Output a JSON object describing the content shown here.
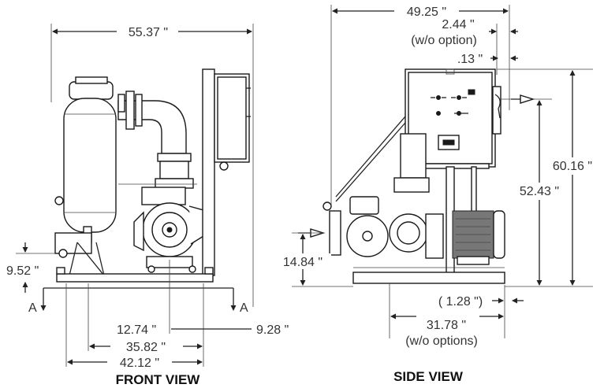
{
  "views": {
    "front": {
      "caption": "FRONT VIEW",
      "section_marker": "A",
      "dims": {
        "overall_width": "55.37 \"",
        "base_height": "9.52 \"",
        "d1": "12.74 \"",
        "d2": "35.82 \"",
        "d3": "42.12 \"",
        "side": "9.28 \""
      }
    },
    "side": {
      "caption": "SIDE VIEW",
      "dims": {
        "overall_width": "49.25 \"",
        "option_width": "2.44 \"",
        "option_note": "(w/o option)",
        "small_offset": ".13 \"",
        "overall_height": "60.16 \"",
        "panel_height": "52.43 \"",
        "inlet_height": "14.84 \"",
        "base_offset": "( 1.28 \")",
        "base_width": "31.78 \"",
        "base_note": "(w/o options)"
      }
    }
  },
  "colors": {
    "line": "#222222",
    "text": "#333333",
    "motor": "#555555"
  }
}
